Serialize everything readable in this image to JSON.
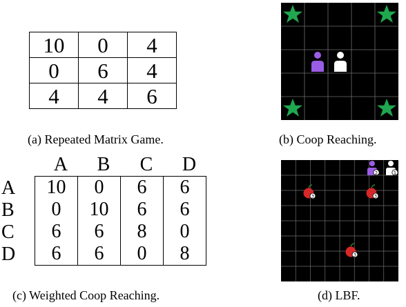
{
  "panel_a": {
    "caption": "(a) Repeated Matrix Game.",
    "matrix": [
      [
        "10",
        "0",
        "4"
      ],
      [
        "0",
        "6",
        "4"
      ],
      [
        "4",
        "4",
        "6"
      ]
    ]
  },
  "panel_b": {
    "caption": "(b) Coop Reaching."
  },
  "panel_c": {
    "caption": "(c) Weighted Coop Reaching.",
    "col_headers": [
      "A",
      "B",
      "C",
      "D"
    ],
    "row_headers": [
      "A",
      "B",
      "C",
      "D"
    ],
    "matrix": [
      [
        "10",
        "0",
        "6",
        "6"
      ],
      [
        "0",
        "10",
        "6",
        "6"
      ],
      [
        "6",
        "6",
        "8",
        "0"
      ],
      [
        "6",
        "6",
        "0",
        "8"
      ]
    ]
  },
  "panel_d": {
    "caption": "(d) LBF.",
    "agent_levels": [
      "2",
      "1"
    ],
    "apple_levels": [
      "3",
      "3",
      "3"
    ]
  },
  "colors": {
    "grid_bg": "#000000",
    "grid_line": "#6e6e6e",
    "star": "#1fa84f",
    "agent_purple": "#9b5de5",
    "agent_white": "#ffffff",
    "apple": "#d62828"
  }
}
